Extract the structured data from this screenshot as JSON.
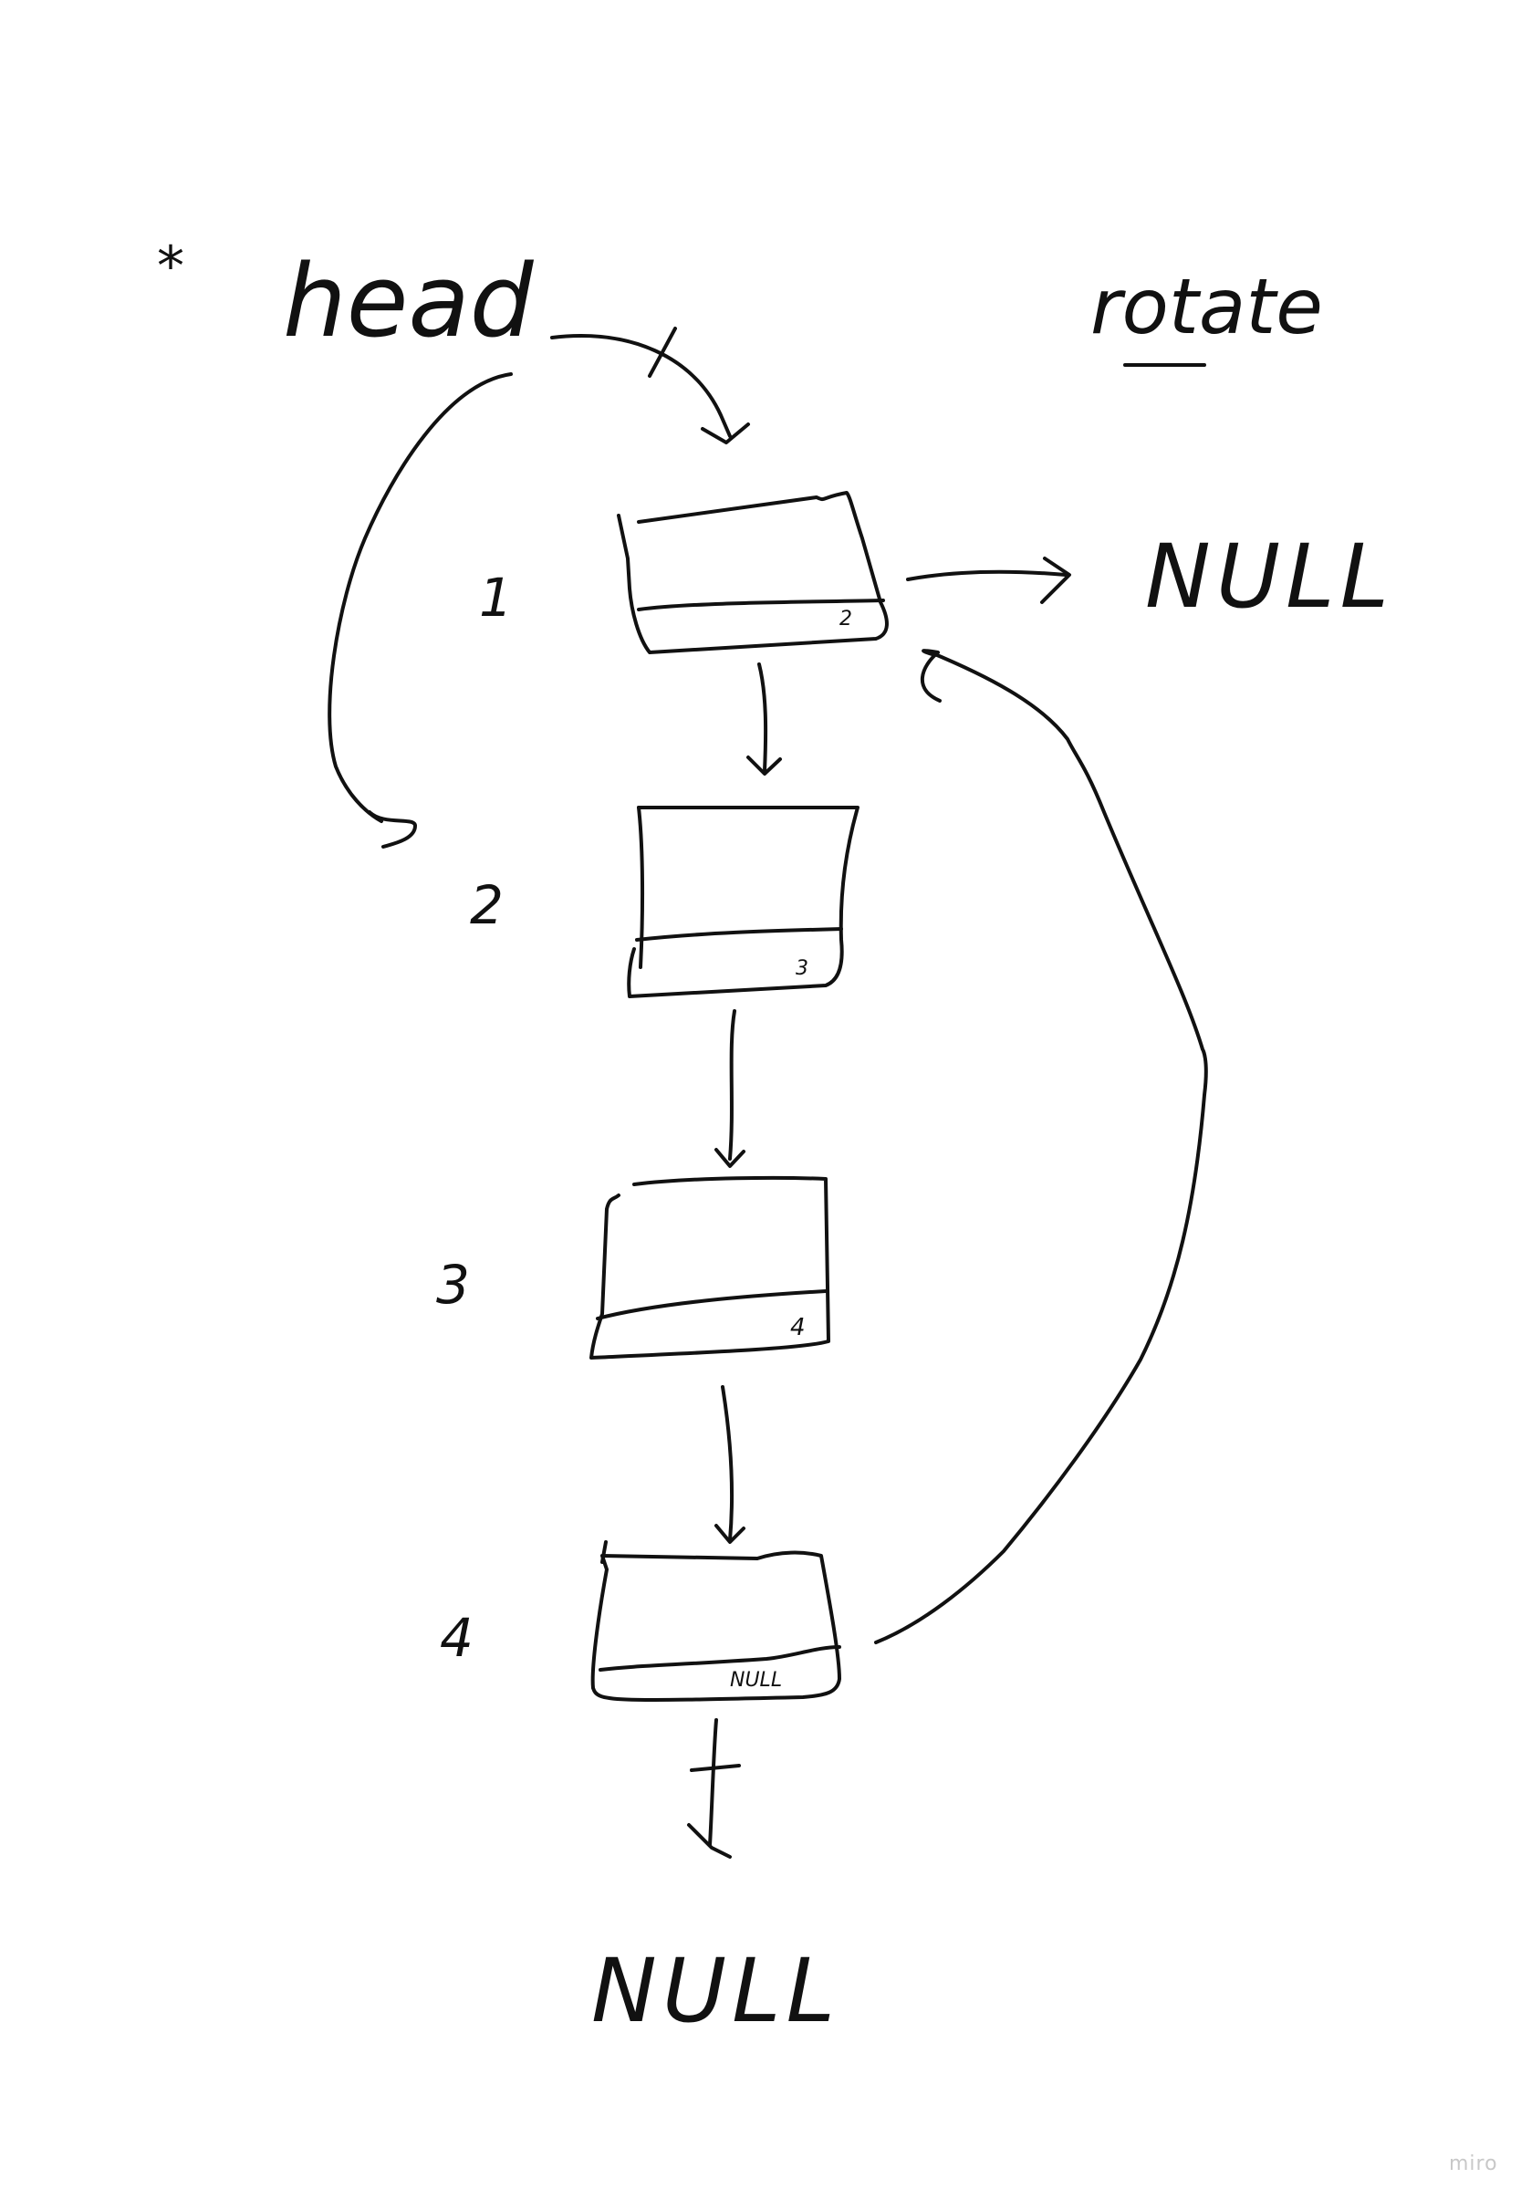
{
  "diagram": {
    "pointer_star": "*",
    "head_label": "head",
    "title": "rotate",
    "null_right": "NULL",
    "null_bottom": "NULL",
    "nodes": [
      {
        "index_label": "1",
        "next_label": "2"
      },
      {
        "index_label": "2",
        "next_label": "3"
      },
      {
        "index_label": "3",
        "next_label": "4"
      },
      {
        "index_label": "4",
        "next_label": "NULL"
      }
    ]
  },
  "watermark": "miro",
  "colors": {
    "ink": "#111111",
    "background": "#ffffff",
    "watermark": "#c8c8c8"
  }
}
